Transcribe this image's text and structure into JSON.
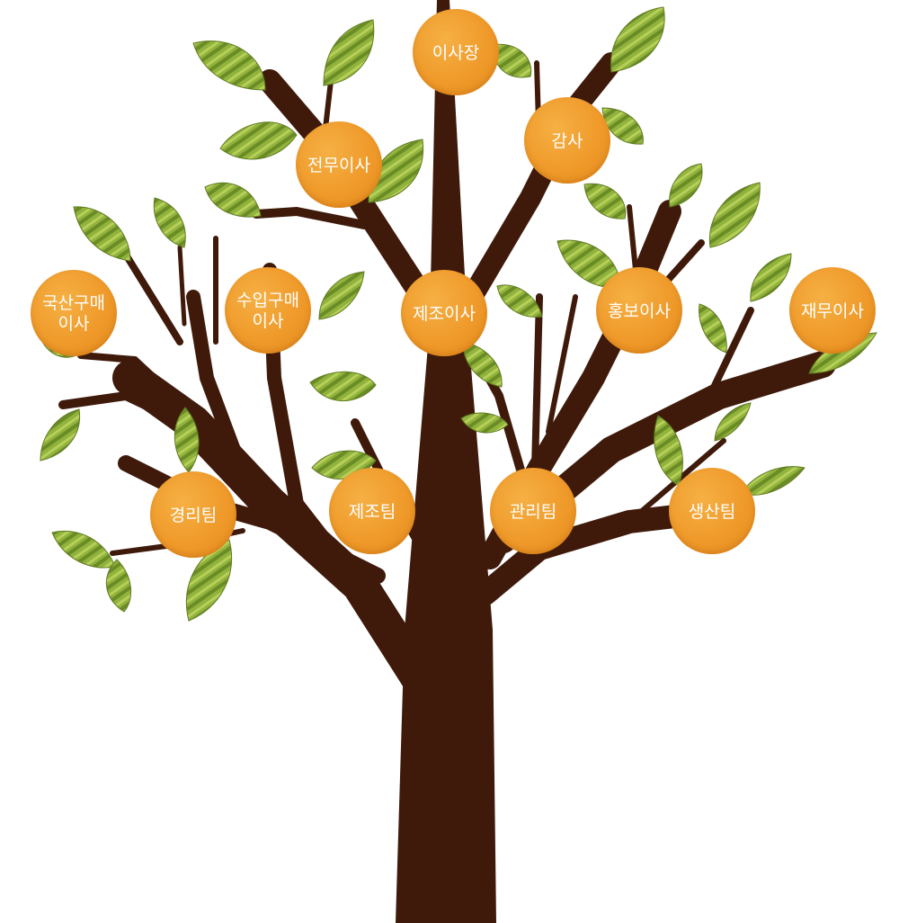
{
  "colors": {
    "trunk": "#3f1a0b",
    "node_fill": "#ef9a2a",
    "node_text": "#ffffff",
    "leaf_light": "#a9c24a",
    "leaf_dark": "#6b8b26",
    "leaf_edge": "#5f7a20"
  },
  "nodes": {
    "chairman": "이사장",
    "auditor": "감사",
    "executive_director": "전무이사",
    "manufacturing_director": "제조이사",
    "pr_director": "홍보이사",
    "domestic_purchasing_director": "국산구매\n이사",
    "import_purchasing_director": "수입구매\n이사",
    "finance_director": "재무이사",
    "accounting_team": "경리팀",
    "manufacturing_team": "제조팀",
    "management_team": "관리팀",
    "production_team": "생산팀"
  }
}
